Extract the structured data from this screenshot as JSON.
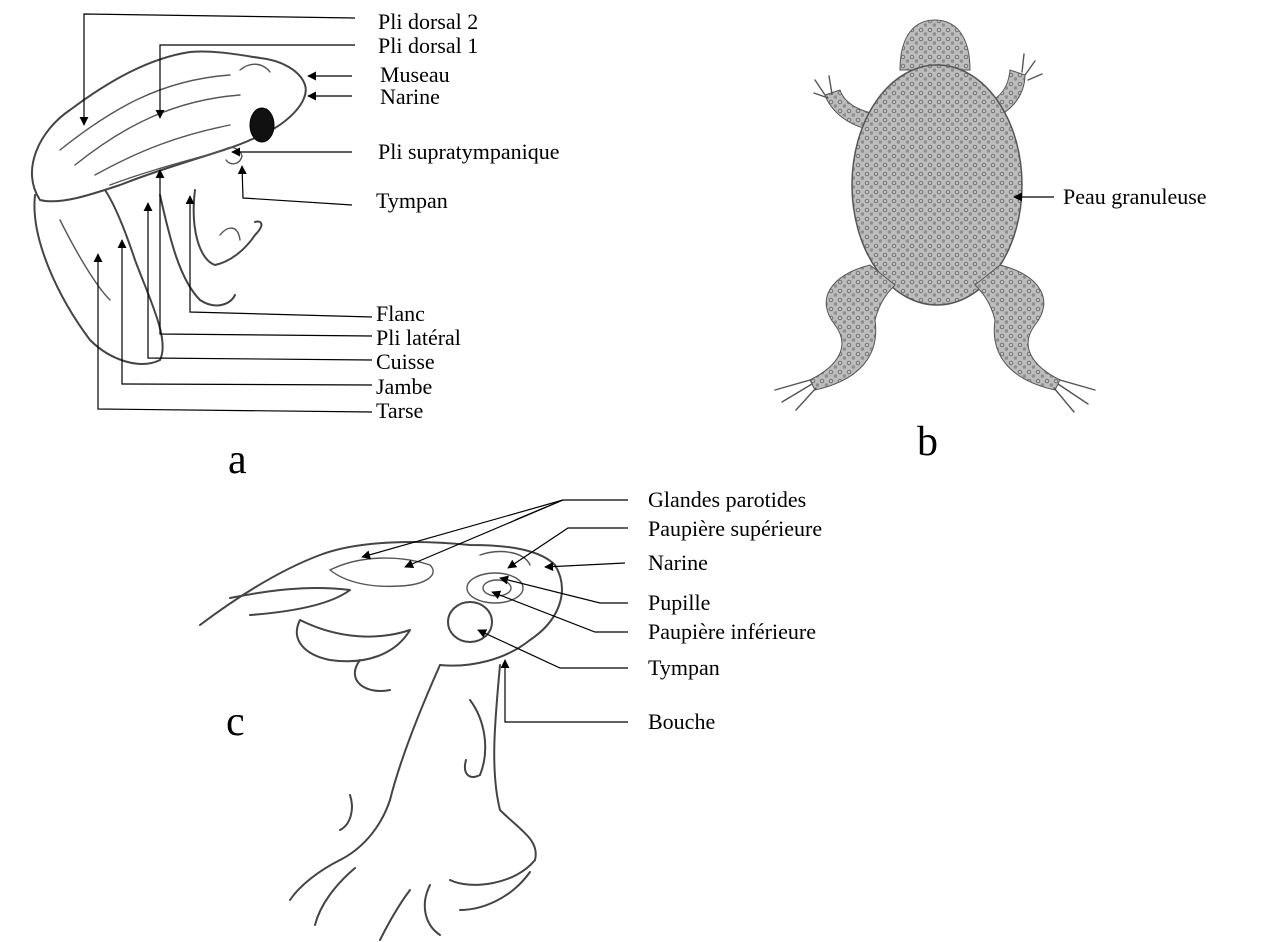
{
  "panels": {
    "a": {
      "letter": "a",
      "labels": [
        "Pli dorsal 2",
        "Pli dorsal 1",
        "Museau",
        "Narine",
        "Pli supratympanique",
        "Tympan",
        "Flanc",
        "Pli latéral",
        "Cuisse",
        "Jambe",
        "Tarse"
      ]
    },
    "b": {
      "letter": "b",
      "labels": [
        "Peau granuleuse"
      ]
    },
    "c": {
      "letter": "c",
      "labels": [
        "Glandes parotides",
        "Paupière supérieure",
        "Narine",
        "Pupille",
        "Paupière inférieure",
        "Tympan",
        "Bouche"
      ]
    }
  }
}
